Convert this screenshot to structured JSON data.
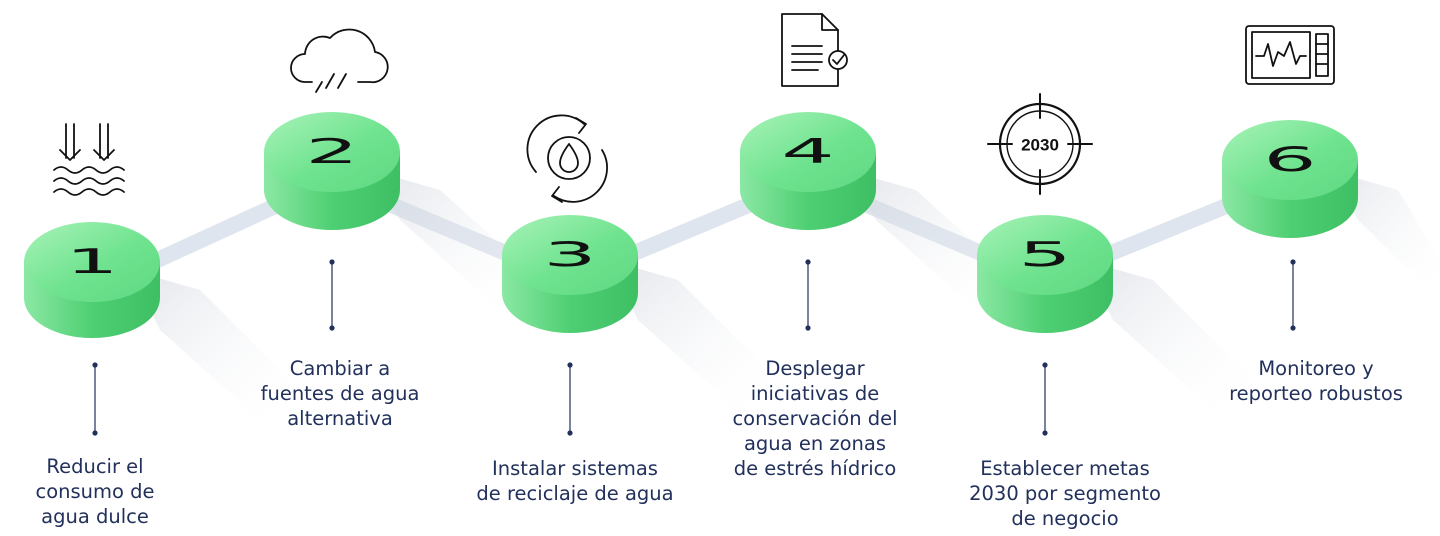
{
  "colors": {
    "disc_top": "#6fe38f",
    "disc_top_light": "#a8f3b8",
    "disc_side": "#4fcf73",
    "numeral": "#111111",
    "label_text": "#22305c",
    "connector": "#dfe5ee",
    "icon_stroke": "#111111"
  },
  "steps": [
    {
      "number": "1",
      "icon": "water-intake-icon",
      "label_lines": [
        "Reducir el",
        "consumo de",
        "agua dulce"
      ]
    },
    {
      "number": "2",
      "icon": "rain-cloud-icon",
      "label_lines": [
        "Cambiar a",
        "fuentes de agua",
        "alternativa"
      ]
    },
    {
      "number": "3",
      "icon": "water-recycle-icon",
      "label_lines": [
        "Instalar sistemas",
        "de reciclaje de agua"
      ]
    },
    {
      "number": "4",
      "icon": "document-check-icon",
      "label_lines": [
        "Desplegar",
        "iniciativas de",
        "conservación del",
        "agua en zonas",
        "de estrés hídrico"
      ]
    },
    {
      "number": "5",
      "icon": "target-2030-icon",
      "icon_text": "2030",
      "label_lines": [
        "Establecer metas",
        "2030 por segmento",
        "de negocio"
      ]
    },
    {
      "number": "6",
      "icon": "monitor-chart-icon",
      "label_lines": [
        "Monitoreo y",
        "reporteo robustos"
      ]
    }
  ]
}
